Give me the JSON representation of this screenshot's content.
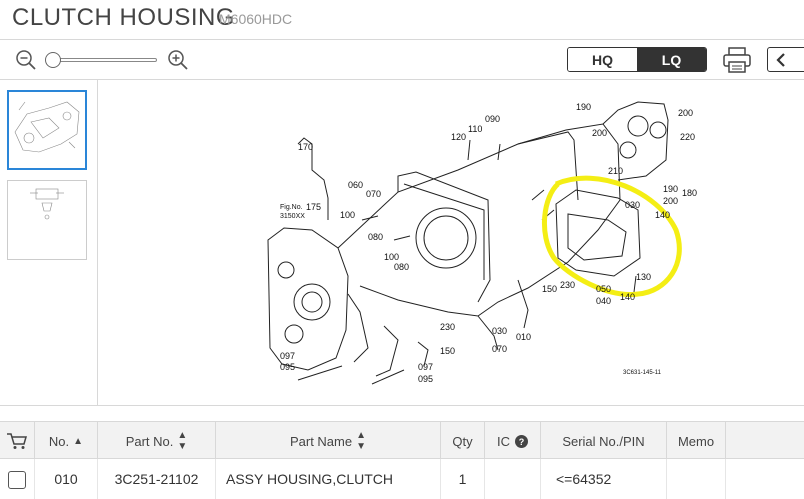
{
  "header": {
    "title": "CLUTCH HOUSING",
    "model": "M6060HDC"
  },
  "toolbar": {
    "quality_options": [
      "HQ",
      "LQ"
    ],
    "quality_selected": "LQ",
    "zoom_level": 0
  },
  "thumbnails": [
    {
      "active": true
    },
    {
      "active": false
    }
  ],
  "diagram": {
    "callouts": [
      "190",
      "200",
      "200",
      "220",
      "090",
      "110",
      "120",
      "170",
      "210",
      "190",
      "200",
      "180",
      "030",
      "140",
      "060",
      "070",
      "175",
      "100",
      "080",
      "100",
      "080",
      "150",
      "230",
      "050",
      "040",
      "140",
      "130",
      "230",
      "150",
      "030",
      "070",
      "010",
      "097",
      "095",
      "097",
      "095"
    ],
    "fig_label": "Fig.No.",
    "fig_number": "3150XX",
    "drawing_code": "3C631-145-11",
    "highlight_color": "#f4ee14"
  },
  "table": {
    "columns": {
      "no": "No.",
      "part_no": "Part No.",
      "part_name": "Part Name",
      "qty": "Qty",
      "ic": "IC",
      "serial": "Serial No./PIN",
      "memo": "Memo"
    },
    "rows": [
      {
        "no": "010",
        "part_no": "3C251-21102",
        "part_name": "ASSY HOUSING,CLUTCH",
        "qty": "1",
        "ic": "",
        "serial": "<=64352",
        "memo": ""
      }
    ]
  }
}
